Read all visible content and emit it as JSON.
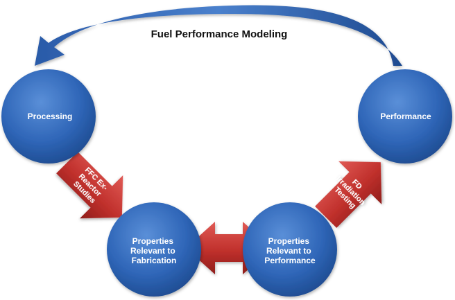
{
  "title": "Fuel Performance Modeling",
  "nodes": {
    "processing": {
      "lines": [
        "Processing"
      ]
    },
    "performance": {
      "lines": [
        "Performance"
      ]
    },
    "fabrication": {
      "lines": [
        "Properties",
        "Relevant to",
        "Fabrication"
      ]
    },
    "relevant_performance": {
      "lines": [
        "Properties",
        "Relevant to",
        "Performance"
      ]
    }
  },
  "arrows": {
    "ffc": {
      "lines": [
        "FFC Ex-",
        "Reactor",
        "Studies"
      ]
    },
    "fd": {
      "lines": [
        "FD",
        "Irradiation",
        "Testing"
      ]
    }
  },
  "colors": {
    "node_light": "#5a8fd8",
    "node_mid": "#2f66b8",
    "node_dark": "#1d4a8f",
    "arrow_light": "#e05a55",
    "arrow_mid": "#c0302c",
    "arrow_dark": "#8e1d1a",
    "loop_arrow": "#3a6fbf"
  }
}
